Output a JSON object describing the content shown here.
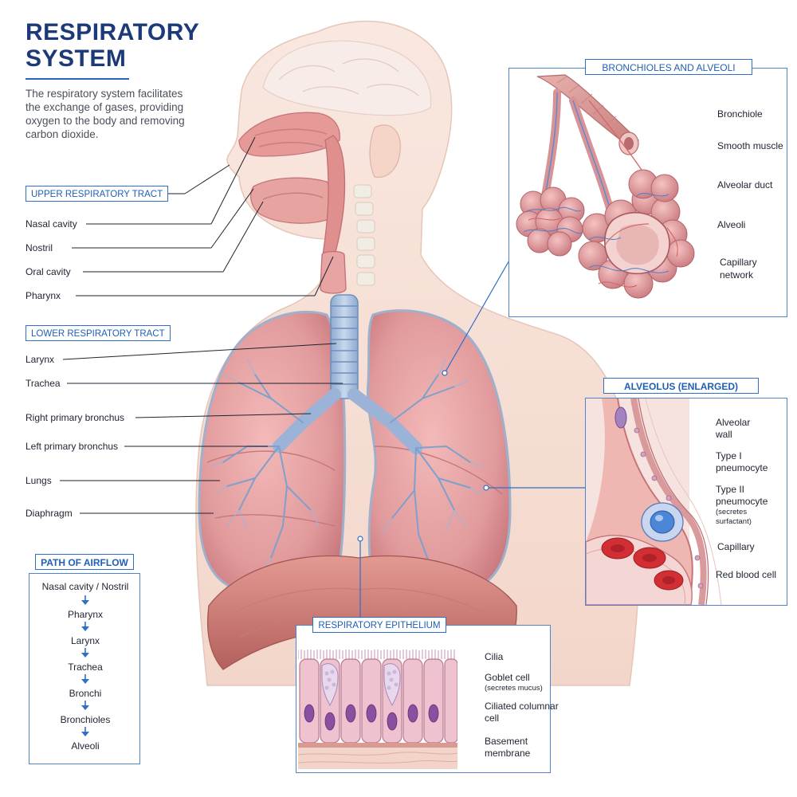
{
  "title": "RESPIRATORY SYSTEM",
  "intro": "The respiratory system facilitates the exchange of gases, providing oxygen to the body and removing carbon dioxide.",
  "upper_tract": {
    "heading": "UPPER RESPIRATORY TRACT",
    "labels": [
      "Nasal cavity",
      "Nostril",
      "Oral cavity",
      "Pharynx"
    ]
  },
  "lower_tract": {
    "heading": "LOWER RESPIRATORY TRACT",
    "labels": [
      "Larynx",
      "Trachea",
      "Right primary bronchus",
      "Left primary bronchus",
      "Lungs",
      "Diaphragm"
    ]
  },
  "airflow": {
    "heading": "PATH OF AIRFLOW",
    "steps": [
      "Nasal cavity / Nostril",
      "Pharynx",
      "Larynx",
      "Trachea",
      "Bronchi",
      "Bronchioles",
      "Alveoli"
    ]
  },
  "bronchioles_panel": {
    "heading": "BRONCHIOLES AND ALVEOLI",
    "labels": [
      "Bronchiole",
      "Smooth muscle",
      "Alveolar duct",
      "Alveoli"
    ],
    "capillary": [
      "Capillary",
      "network"
    ]
  },
  "alveolus_panel": {
    "heading": "ALVEOLUS (ENLARGED)",
    "wall": [
      "Alveolar",
      "wall"
    ],
    "type1": [
      "Type I",
      "pneumocyte"
    ],
    "type2": [
      "Type II",
      "pneumocyte"
    ],
    "type2_note": [
      "(secretes",
      "surfactant)"
    ],
    "capillary": "Capillary",
    "rbc": "Red blood cell"
  },
  "epithelium_panel": {
    "heading": "RESPIRATORY EPITHELIUM",
    "cilia": "Cilia",
    "goblet": "Goblet cell",
    "goblet_note": "(secretes mucus)",
    "columnar": [
      "Ciliated columnar",
      "cell"
    ],
    "basement": [
      "Basement",
      "membrane"
    ]
  },
  "colors": {
    "accent_blue": "#2f6fc4",
    "title_navy": "#1d3a78",
    "lung_pink": "#d98a8f",
    "skin": "#f7e2d8",
    "trachea_blue": "#9fb8d8"
  }
}
